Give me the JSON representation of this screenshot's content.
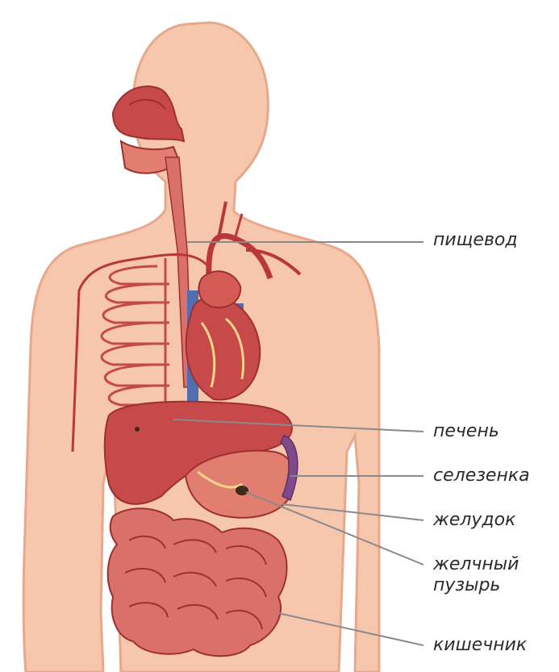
{
  "labels": {
    "esophagus": "пищевод",
    "liver": "печень",
    "spleen": "селезенка",
    "stomach": "желудок",
    "gallbladder_line1": "желчный",
    "gallbladder_line2": "пузырь",
    "intestine": "кишечник"
  },
  "colors": {
    "skin": "#f6c6ad",
    "skin_outline": "#e7a88c",
    "organ": "#c8494a",
    "organ_dark": "#9e2f31",
    "organ_light": "#e27e70",
    "vessel": "#b9363a",
    "vein": "#4f6fb0",
    "fat": "#f2d58a",
    "leader": "#8a8a8a"
  }
}
